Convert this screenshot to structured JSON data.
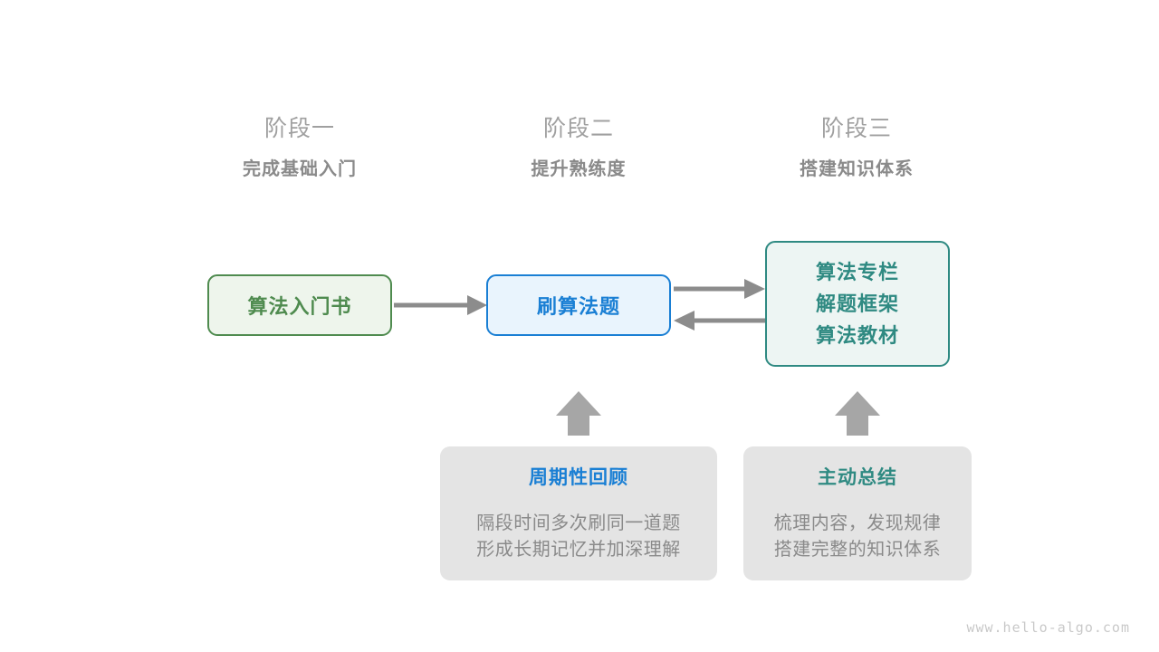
{
  "stages": [
    {
      "label": "阶段一",
      "subtitle": "完成基础入门"
    },
    {
      "label": "阶段二",
      "subtitle": "提升熟练度"
    },
    {
      "label": "阶段三",
      "subtitle": "搭建知识体系"
    }
  ],
  "nodes": {
    "book": {
      "text": "算法入门书",
      "color": "#4f8b4f",
      "fill": "#eef5ec"
    },
    "practice": {
      "text": "刷算法题",
      "color": "#1a7fd4",
      "fill": "#e9f4fd"
    },
    "knowledge": {
      "lines": [
        "算法专栏",
        "解题框架",
        "算法教材"
      ],
      "color": "#2f8a82",
      "fill": "#edf5f3"
    }
  },
  "cards": [
    {
      "title": "周期性回顾",
      "title_color": "#1a7fd4",
      "body_line1": "隔段时间多次刷同一道题",
      "body_line2": "形成长期记忆并加深理解"
    },
    {
      "title": "主动总结",
      "title_color": "#2f8a82",
      "body_line1": "梳理内容，发现规律",
      "body_line2": "搭建完整的知识体系"
    }
  ],
  "arrows": {
    "color": "#8c8c8c",
    "book_to_practice": "arrow-right-icon",
    "practice_to_knowledge": "arrow-right-icon",
    "knowledge_to_practice": "arrow-left-icon",
    "review_up": "arrow-up-icon",
    "summary_up": "arrow-up-icon"
  },
  "watermark": "www.hello-algo.com"
}
